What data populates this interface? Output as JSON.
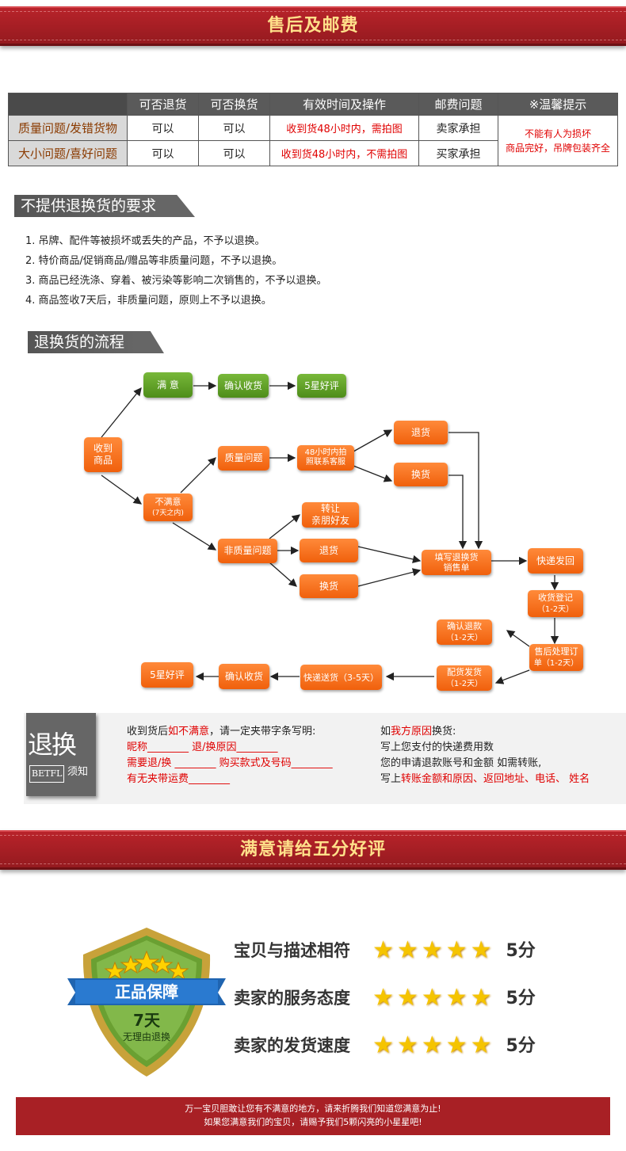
{
  "banners": {
    "aftersale": "售后及邮费",
    "praise": "满意请给五分好评"
  },
  "table": {
    "headers": [
      "",
      "可否退货",
      "可否换货",
      "有效时间及操作",
      "邮费问题",
      "※温馨提示"
    ],
    "rows": [
      {
        "label": "质量问题/发错货物",
        "ret": "可以",
        "exc": "可以",
        "time": "收到货48小时内，需拍图",
        "fee": "卖家承担"
      },
      {
        "label": "大小问题/喜好问题",
        "ret": "可以",
        "exc": "可以",
        "time": "收到货48小时内，不需拍图",
        "fee": "买家承担"
      }
    ],
    "tip_line1": "不能有人为损坏",
    "tip_line2": "商品完好，吊牌包装齐全"
  },
  "sections": {
    "no_return": "不提供退换货的要求",
    "process": "退换货的流程"
  },
  "rules": [
    "1. 吊牌、配件等被损坏或丢失的产品，不予以退换。",
    "2. 特价商品/促销商品/赠品等非质量问题，不予以退换。",
    "3. 商品已经洗涤、穿着、被污染等影响二次销售的，不予以退换。",
    "4. 商品签收7天后，非质量问题，原则上不予以退换。"
  ],
  "flow": {
    "received": [
      "收到",
      "商品"
    ],
    "satisfied": "满  意",
    "confirm1": "确认收货",
    "good1": "5星好评",
    "unsatisfied": [
      "不满意",
      "(7天之内)"
    ],
    "quality": "质量问题",
    "contact": [
      "48小时内拍",
      "照联系客服"
    ],
    "ret1": "退货",
    "exc1": "换货",
    "nonquality": "非质量问题",
    "transfer": [
      "转让",
      "亲朋好友"
    ],
    "ret2": "退货",
    "exc2": "换货",
    "fill": [
      "填写退换货",
      "销售单"
    ],
    "express": "快递发回",
    "register": [
      "收货登记",
      "（1-2天）"
    ],
    "process": [
      "售后处理订",
      "单（1-2天）"
    ],
    "refund": [
      "确认退款",
      "（1-2天）"
    ],
    "ship": [
      "配货发货",
      "（1-2天）"
    ],
    "deliver": "快递送货（3-5天）",
    "confirm2": "确认收货",
    "good2": "5星好评"
  },
  "notice": {
    "big": "退换",
    "brand": "BETFL",
    "xu": "须知",
    "l1a": "收到货后",
    "l1b": "如不满意",
    "l1c": "，请一定夹带字条写明:",
    "l2a": "昵称",
    "l2b": "________",
    "l2c": " 退/换原因",
    "l2d": "________",
    "l3a": "需要退/换",
    "l3b": " ________ ",
    "l3c": "购买款式及号码",
    "l3d": "________",
    "l4a": "有无夹带运费",
    "l4b": "________",
    "r1a": "如",
    "r1b": "我方原因",
    "r1c": "换货:",
    "r2": "写上您支付的快递费用数",
    "r3": "您的申请退款账号和金额 如需转账,",
    "r4a": "写上",
    "r4b": "转账金额和原因、返回地址、电话、 姓名"
  },
  "shield": {
    "title": "正品保障",
    "days": "7天",
    "sub": "无理由退换"
  },
  "ratings": [
    {
      "label": "宝贝与描述相符",
      "stars": "★★★★★",
      "score": "5分"
    },
    {
      "label": "卖家的服务态度",
      "stars": "★★★★★",
      "score": "5分"
    },
    {
      "label": "卖家的发货速度",
      "stars": "★★★★★",
      "score": "5分"
    }
  ],
  "footer": {
    "l1": "万一宝贝胆敢让您有不满意的地方，请来折腾我们知道您满意为止!",
    "l2": "如果您满意我们的宝贝，请赐予我们5颗闪亮的小星星吧!"
  },
  "colors": {
    "banner": "#a82025",
    "node_orange": "#f26b12",
    "node_green": "#5a9a24",
    "accent_red": "#e00000"
  }
}
